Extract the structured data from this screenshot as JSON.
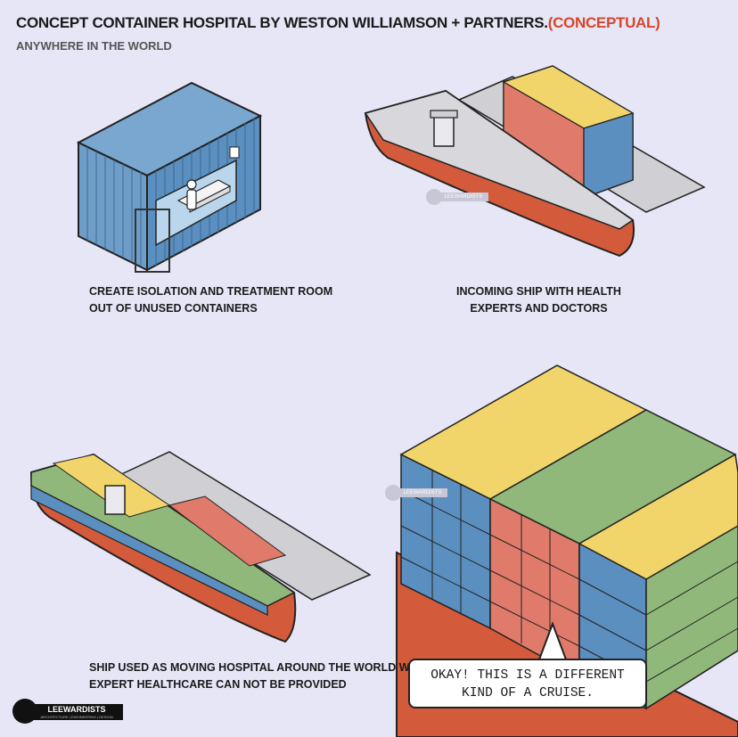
{
  "header": {
    "title_main": "CONCEPT CONTAINER HOSPITAL BY WESTON WILLIAMSON + PARTNERS.",
    "title_highlight": "(CONCEPTUAL)",
    "subtitle": "ANYWHERE IN THE WORLD"
  },
  "panels": [
    {
      "caption_line1": "CREATE ISOLATION AND TREATMENT ROOM",
      "caption_line2": "OUT OF UNUSED CONTAINERS"
    },
    {
      "caption_line1": "INCOMING SHIP WITH HEALTH",
      "caption_line2": "EXPERTS AND DOCTORS"
    },
    {
      "caption_line1": "SHIP USED AS MOVING HOSPITAL AROUND THE WORLD WHERE",
      "caption_line2": "EXPERT HEALTHCARE CAN NOT BE PROVIDED"
    }
  ],
  "speech_bubble": {
    "line1": "OKAY! THIS IS A DIFFERENT",
    "line2": "KIND OF A CRUISE."
  },
  "brand": {
    "name": "LEEWARDISTS",
    "tagline": "ARCHITECTURE | ENGINEERING | DESIGN"
  },
  "watermark": {
    "text": "LEEWARDISTS"
  },
  "colors": {
    "background": "#e6e6f6",
    "accent": "#d9452a",
    "hull": "#d35a3a",
    "container_blue": "#5b8fbf",
    "container_yellow": "#f1d46a",
    "container_green": "#8fb87a",
    "container_red": "#e07a6a",
    "deck": "#cfcfd4"
  }
}
